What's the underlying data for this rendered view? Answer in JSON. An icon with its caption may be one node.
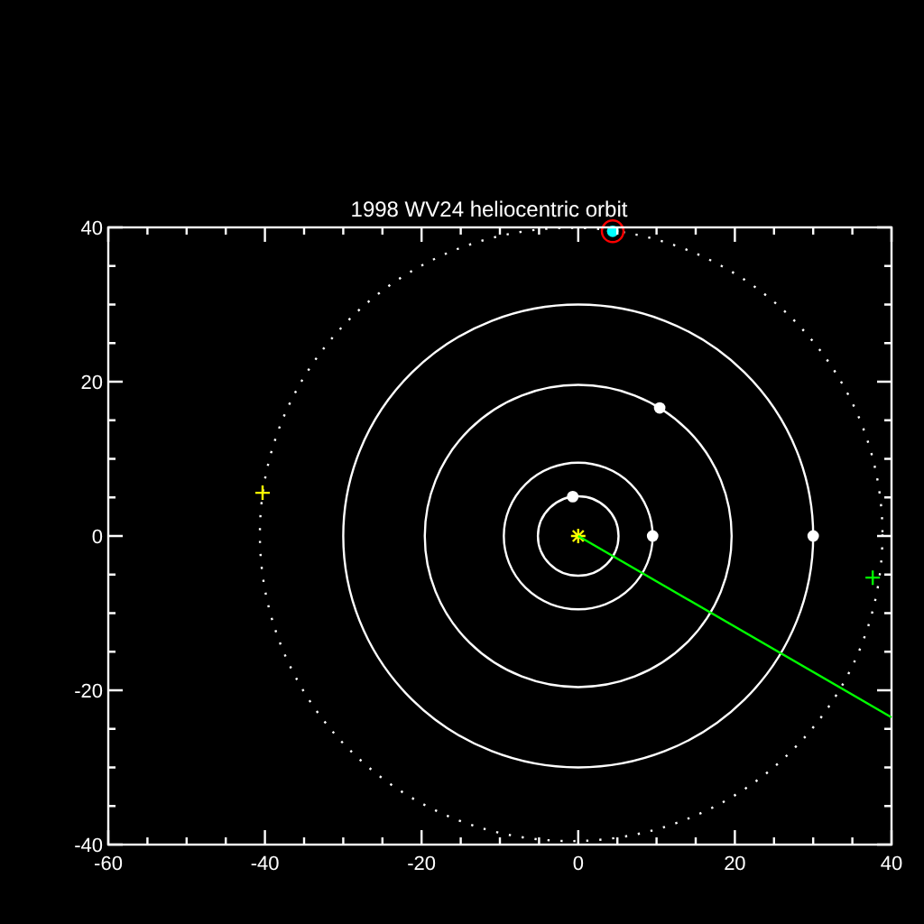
{
  "diagram": {
    "chart_data": {
      "type": "scatter",
      "title": "1998 WV24 heliocentric orbit",
      "xlim": [
        -60,
        40
      ],
      "ylim": [
        -40,
        40
      ],
      "xticks": [
        -60,
        -40,
        -20,
        0,
        20,
        40
      ],
      "yticks": [
        -40,
        -20,
        0,
        20,
        40
      ],
      "x": [
        0,
        -0.7,
        9.5,
        10.4,
        30,
        4.4,
        -40.3,
        37.6
      ],
      "series": [
        {
          "color": "#ffff00",
          "values": [
            0,
            null,
            null,
            null,
            null,
            null,
            null,
            null
          ]
        },
        {
          "color": "#ffffff",
          "values": [
            null,
            5.1,
            0,
            16.6,
            0,
            null,
            null,
            null
          ]
        },
        {
          "color": "#00ffff",
          "values": [
            null,
            null,
            null,
            null,
            null,
            39.5,
            null,
            null
          ]
        },
        {
          "color": "#ffff00",
          "values": [
            null,
            null,
            null,
            null,
            null,
            null,
            5.6,
            null
          ]
        },
        {
          "color": "#00ff00",
          "values": [
            null,
            null,
            null,
            null,
            null,
            null,
            null,
            -5.4
          ]
        }
      ]
    }
  }
}
